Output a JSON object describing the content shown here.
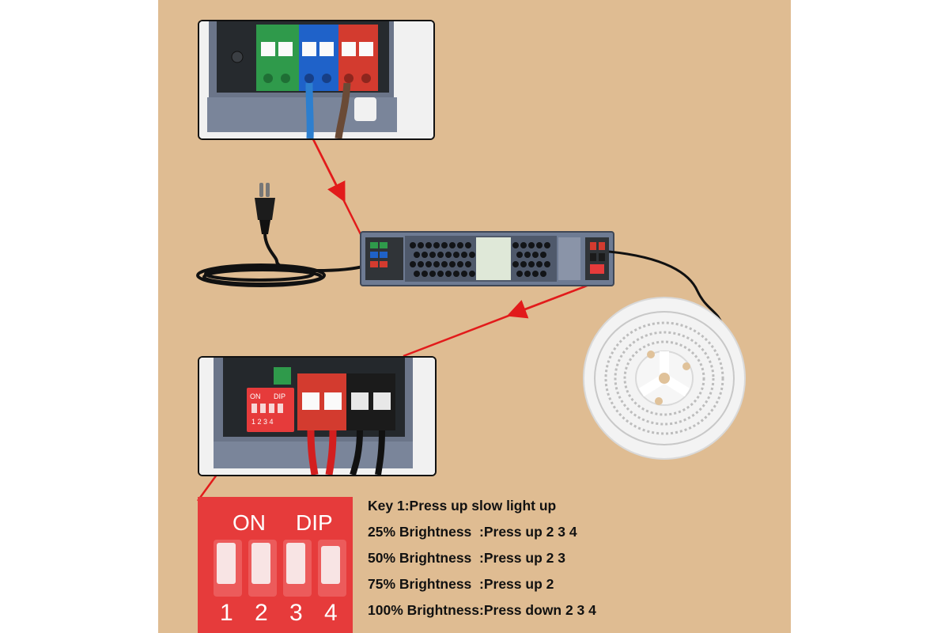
{
  "colors": {
    "background": "#dfbc92",
    "arrow": "#e21b1b",
    "dip_switch_body": "#e63b3b",
    "power_supply_body": "#6e7b93",
    "terminal_green": "#2f9a4b",
    "terminal_blue": "#1f62c9",
    "terminal_red": "#d33b2f",
    "terminal_black": "#1b1b1b"
  },
  "dip_closeup": {
    "label_on": "ON",
    "label_dip": "DIP",
    "switch_numbers": [
      "1",
      "2",
      "3",
      "4"
    ]
  },
  "dip_small": {
    "label_on": "ON",
    "label_dip": "DIP",
    "numbers_text": "1 2 3 4"
  },
  "instructions": [
    "Key 1:Press up slow light up",
    "25% Brightness  :Press up 2 3 4",
    "50% Brightness  :Press up 2 3",
    "75% Brightness  :Press up 2",
    "100% Brightness:Press down 2 3 4"
  ],
  "icons": {
    "plug": "eu-plug-icon",
    "led_reel": "led-strip-reel-icon",
    "power_supply": "power-supply-icon"
  }
}
